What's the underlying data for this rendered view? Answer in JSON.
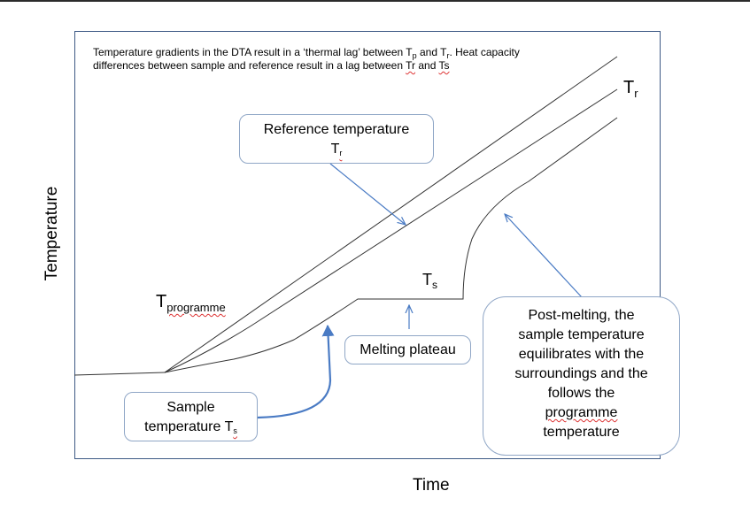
{
  "caption": {
    "part1": "Temperature gradients in the DTA result in a ‘thermal lag’ between T",
    "sub1": "p",
    "part2": " and T",
    "sub2": "r",
    "part3": ". Heat capacity differences between sample and reference result in a lag between ",
    "tr": "Tr",
    "part4": " and ",
    "ts": "Ts"
  },
  "labels": {
    "tr_main": "T",
    "tr_sub": "r",
    "tprog_main": "T",
    "tprog_sub": "programme",
    "ts_main": "T",
    "ts_sub": "s"
  },
  "boxes": {
    "reference": {
      "line1": "Reference temperature",
      "t": "T",
      "sub": "r"
    },
    "melting": "Melting plateau",
    "sample": {
      "line1": "Sample",
      "line2": "temperature T",
      "sub": "s"
    },
    "post": {
      "l1": "Post-melting, the",
      "l2": "sample temperature",
      "l3": "equilibrates with the",
      "l4": "surroundings and the",
      "l5": "follows the",
      "l6": "programme",
      "l7": "temperature"
    }
  },
  "axes": {
    "x": "Time",
    "y": "Temperature"
  },
  "colors": {
    "frame": "#3e5a85",
    "arrow": "#4a7bc4",
    "box_border": "#8fa6c6",
    "curve": "#333333"
  }
}
